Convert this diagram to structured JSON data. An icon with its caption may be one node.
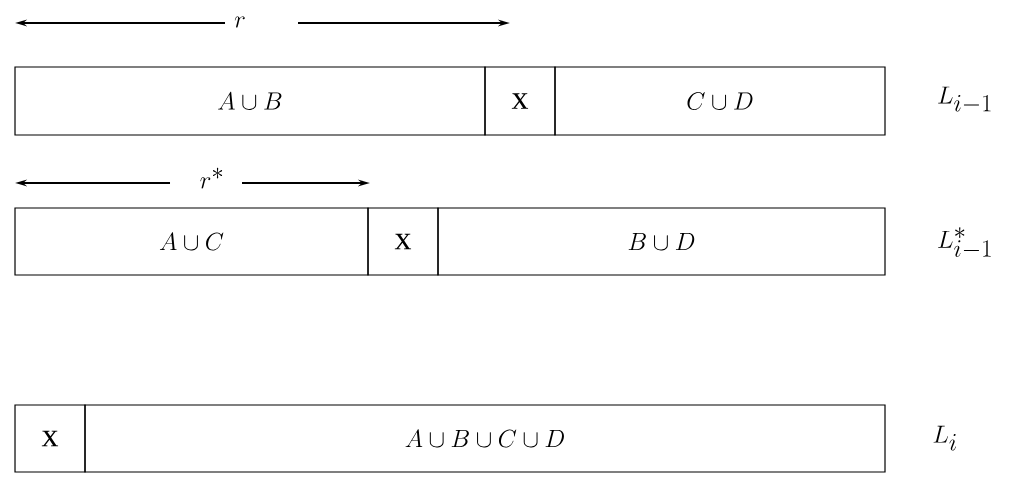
{
  "diagram": {
    "nodes": [
      {
        "text": [
          "A \\cup B"
        ]
      },
      {
        "text": [
          "x"
        ]
      },
      {
        "text": [
          "C \\cup D"
        ]
      },
      {
        "text": [
          "A \\cup C"
        ]
      },
      {
        "text": [
          "x"
        ]
      },
      {
        "text": [
          "B \\cup D"
        ]
      },
      {
        "text": [
          "x"
        ]
      },
      {
        "text": [
          "A \\cup B \\cup C \\cup D"
        ]
      }
    ],
    "labels": [
      "r",
      "L_{i-1}",
      "r^*",
      "L^*_{i-1}",
      "L_i"
    ]
  }
}
